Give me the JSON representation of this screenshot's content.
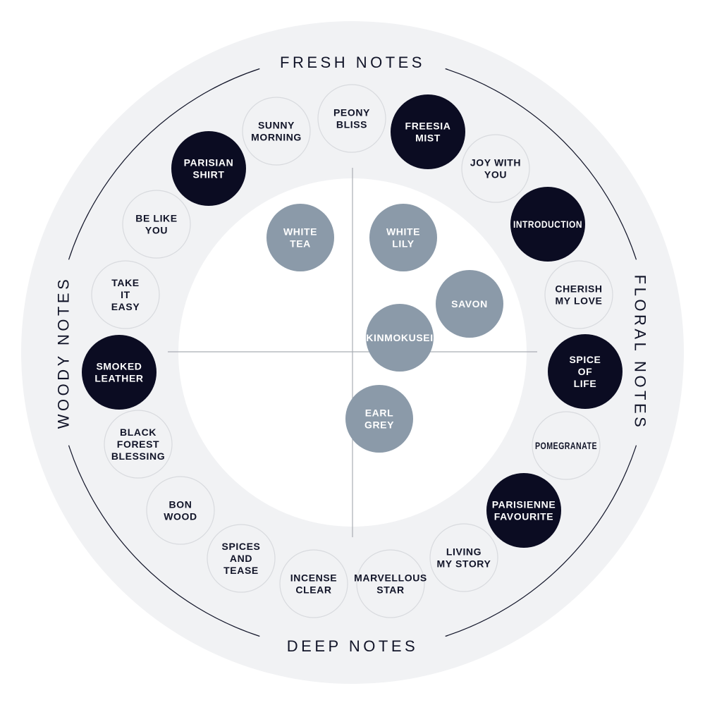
{
  "sections": {
    "top": "FRESH NOTES",
    "right": "FLORAL NOTES",
    "bottom": "DEEP NOTES",
    "left": "WOODY NOTES"
  },
  "colors": {
    "ring": "#f1f2f4",
    "center": "#ffffff",
    "outline_fill": "#f1f2f4",
    "outline_stroke": "#d8dade",
    "dark_fill": "#0b0c22",
    "grey_fill": "#8b9aa9",
    "dark_text": "#111428",
    "light_text": "#ffffff",
    "axis": "#a9adb3",
    "arc": "#111428"
  },
  "scents": [
    {
      "id": "sunny-morning",
      "lines": [
        "SUNNY",
        "MORNING"
      ],
      "style": "outline"
    },
    {
      "id": "peony-bliss",
      "lines": [
        "PEONY",
        "BLISS"
      ],
      "style": "outline"
    },
    {
      "id": "freesia-mist",
      "lines": [
        "FREESIA",
        "MIST"
      ],
      "style": "dark"
    },
    {
      "id": "joy-with-you",
      "lines": [
        "JOY WITH",
        "YOU"
      ],
      "style": "outline"
    },
    {
      "id": "introduction",
      "lines": [
        "INTRODUCTION"
      ],
      "style": "dark"
    },
    {
      "id": "cherish-my-love",
      "lines": [
        "CHERISH",
        "MY LOVE"
      ],
      "style": "outline"
    },
    {
      "id": "spice-of-life",
      "lines": [
        "SPICE",
        "OF",
        "LIFE"
      ],
      "style": "dark"
    },
    {
      "id": "pomegranate",
      "lines": [
        "POMEGRANATE"
      ],
      "style": "outline"
    },
    {
      "id": "parisienne-favourite",
      "lines": [
        "PARISIENNE",
        "FAVOURITE"
      ],
      "style": "dark"
    },
    {
      "id": "living-my-story",
      "lines": [
        "LIVING",
        "MY STORY"
      ],
      "style": "outline"
    },
    {
      "id": "marvellous-star",
      "lines": [
        "MARVELLOUS",
        "STAR"
      ],
      "style": "outline"
    },
    {
      "id": "incense-clear",
      "lines": [
        "INCENSE",
        "CLEAR"
      ],
      "style": "outline"
    },
    {
      "id": "spices-and-tease",
      "lines": [
        "SPICES",
        "AND",
        "TEASE"
      ],
      "style": "outline"
    },
    {
      "id": "bon-wood",
      "lines": [
        "BON",
        "WOOD"
      ],
      "style": "outline"
    },
    {
      "id": "black-forest-blessing",
      "lines": [
        "BLACK",
        "FOREST",
        "BLESSING"
      ],
      "style": "outline"
    },
    {
      "id": "smoked-leather",
      "lines": [
        "SMOKED",
        "LEATHER"
      ],
      "style": "dark"
    },
    {
      "id": "take-it-easy",
      "lines": [
        "TAKE",
        "IT",
        "EASY"
      ],
      "style": "outline"
    },
    {
      "id": "be-like-you",
      "lines": [
        "BE LIKE",
        "YOU"
      ],
      "style": "outline"
    },
    {
      "id": "parisian-shirt",
      "lines": [
        "PARISIAN",
        "SHIRT"
      ],
      "style": "dark"
    },
    {
      "id": "white-tea",
      "lines": [
        "WHITE",
        "TEA"
      ],
      "style": "grey"
    },
    {
      "id": "white-lily",
      "lines": [
        "WHITE",
        "LILY"
      ],
      "style": "grey"
    },
    {
      "id": "savon",
      "lines": [
        "SAVON"
      ],
      "style": "grey"
    },
    {
      "id": "kinmokusei",
      "lines": [
        "KINMOKUSEI"
      ],
      "style": "grey"
    },
    {
      "id": "earl-grey",
      "lines": [
        "EARL",
        "GREY"
      ],
      "style": "grey"
    }
  ]
}
